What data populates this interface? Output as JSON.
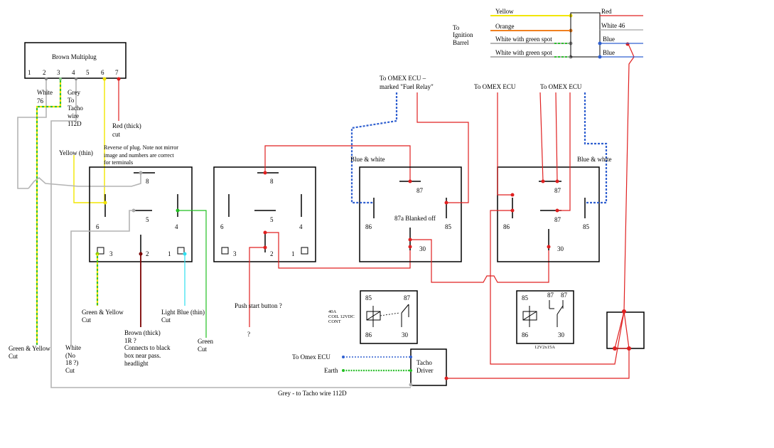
{
  "labels": {
    "brown_multiplug": "Brown Multiplug",
    "pin1": "1",
    "pin2": "2",
    "pin3": "3",
    "pin4": "4",
    "pin5": "5",
    "pin6": "6",
    "pin7": "7",
    "white76_a": "White",
    "white76_b": "76",
    "grey_a": "Grey",
    "grey_b": "To",
    "grey_c": "Tacho",
    "grey_d": "wire",
    "grey_e": "112D",
    "red_thick_a": "Red (thick)",
    "red_thick_b": "cut",
    "yellow_thin": "Yellow (thin)",
    "reverse_a": "Reverse of plug. Note not mirror",
    "reverse_b": "image and numbers are correct",
    "reverse_c": "for terminals",
    "green_yellow_cut_a": "Green & Yellow",
    "green_yellow_cut_b": "Cut",
    "green_yellow_cut2_a": "Green & Yellow",
    "green_yellow_cut2_b": "Cut",
    "white_no_a": "White",
    "white_no_b": "(No",
    "white_no_c": "18 ?)",
    "white_no_d": "Cut",
    "brown_thick_a": "Brown (thick)",
    "brown_thick_b": "1R ?",
    "brown_thick_c": "Connects to black",
    "brown_thick_d": "box near pass.",
    "brown_thick_e": "headlight",
    "light_blue_a": "Light Blue (thin)",
    "light_blue_b": "Cut",
    "green_cut_a": "Green",
    "green_cut_b": "Cut",
    "push_start": "Push start button ?",
    "question": "?",
    "omex_fuel_a": "To OMEX ECU –",
    "omex_fuel_b": "marked \"Fuel Relay\"",
    "omex_1": "To OMEX ECU",
    "omex_2": "To OMEX ECU",
    "blue_white_1": "Blue & white",
    "blue_white_2": "Blue & white",
    "blanked_off": "87a Blanked off",
    "t87": "87",
    "t86": "86",
    "t85": "85",
    "t30": "30",
    "r1_8": "8",
    "r1_5": "5",
    "r1_6": "6",
    "r1_4": "4",
    "r1_3": "3",
    "r1_2": "2",
    "r1_1": "1",
    "r2_8": "8",
    "r2_5": "5",
    "r2_6": "6",
    "r2_4": "4",
    "r2_3": "3",
    "r2_2": "2",
    "r2_1": "1",
    "r3_87": "87",
    "r3_86": "86",
    "r3_85": "85",
    "r3_30": "30",
    "r4_87a": "87",
    "r4_87b": "87",
    "r4_86": "86",
    "r4_85": "85",
    "r4_30": "30",
    "s1_85": "85",
    "s1_87": "87",
    "s1_86": "86",
    "s1_30": "30",
    "s2_85": "85",
    "s2_87a": "87",
    "s2_87b": "87",
    "s2_86": "86",
    "s2_30": "30",
    "coil_a": "40A",
    "coil_b": "COIL 12VDC",
    "coil_c": "CONT",
    "rating": "12V2x15A",
    "to_omex_ecu": "To Omex ECU",
    "earth": "Earth",
    "tacho_a": "Tacho",
    "tacho_b": "Driver",
    "grey_bottom": "Grey - to Tacho wire 112D",
    "yellow": "Yellow",
    "orange": "Orange",
    "wgs1": "White with green spot",
    "wgs2": "White with green spot",
    "to_ign_a": "To",
    "to_ign_b": "Ignition",
    "to_ign_c": "Barrel",
    "red": "Red",
    "white46": "White 46",
    "blue1": "Blue",
    "blue2": "Blue"
  },
  "colors": {
    "red_wire": "#e02020",
    "grey_wire": "#b4b4b4",
    "yellow_wire": "#f2e600",
    "green_wire": "#22c022",
    "light_blue_wire": "#30e0f0",
    "brown_wire": "#7a0000",
    "blue_dashed_wire": "#3060d0",
    "orange_wire": "#f08020"
  }
}
